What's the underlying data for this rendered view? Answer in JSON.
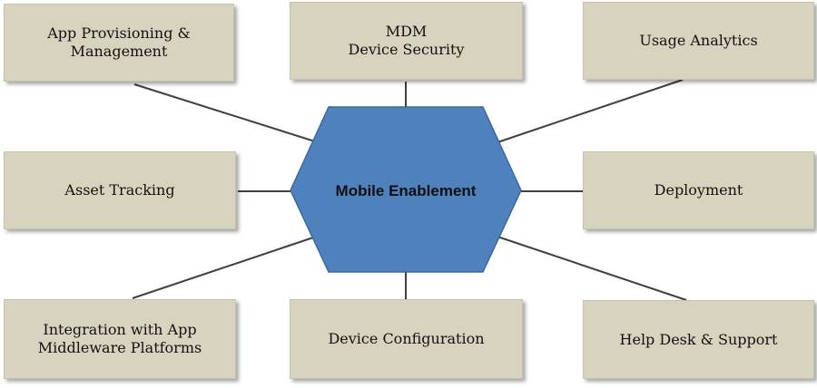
{
  "hub": {
    "label": "Mobile Enablement",
    "fill": "#4f81bd",
    "stroke": "#3a6a9e"
  },
  "nodes": [
    {
      "id": "app-provisioning",
      "label": "App Provisioning &\nManagement"
    },
    {
      "id": "mdm-security",
      "label": "MDM\nDevice Security"
    },
    {
      "id": "usage-analytics",
      "label": "Usage Analytics"
    },
    {
      "id": "asset-tracking",
      "label": "Asset Tracking"
    },
    {
      "id": "deployment",
      "label": "Deployment"
    },
    {
      "id": "integration",
      "label": "Integration with App\nMiddleware Platforms"
    },
    {
      "id": "device-configuration",
      "label": "Device Configuration"
    },
    {
      "id": "help-desk",
      "label": "Help Desk & Support"
    }
  ],
  "colors": {
    "box_fill": "#d8d3be",
    "connector": "#404040"
  }
}
